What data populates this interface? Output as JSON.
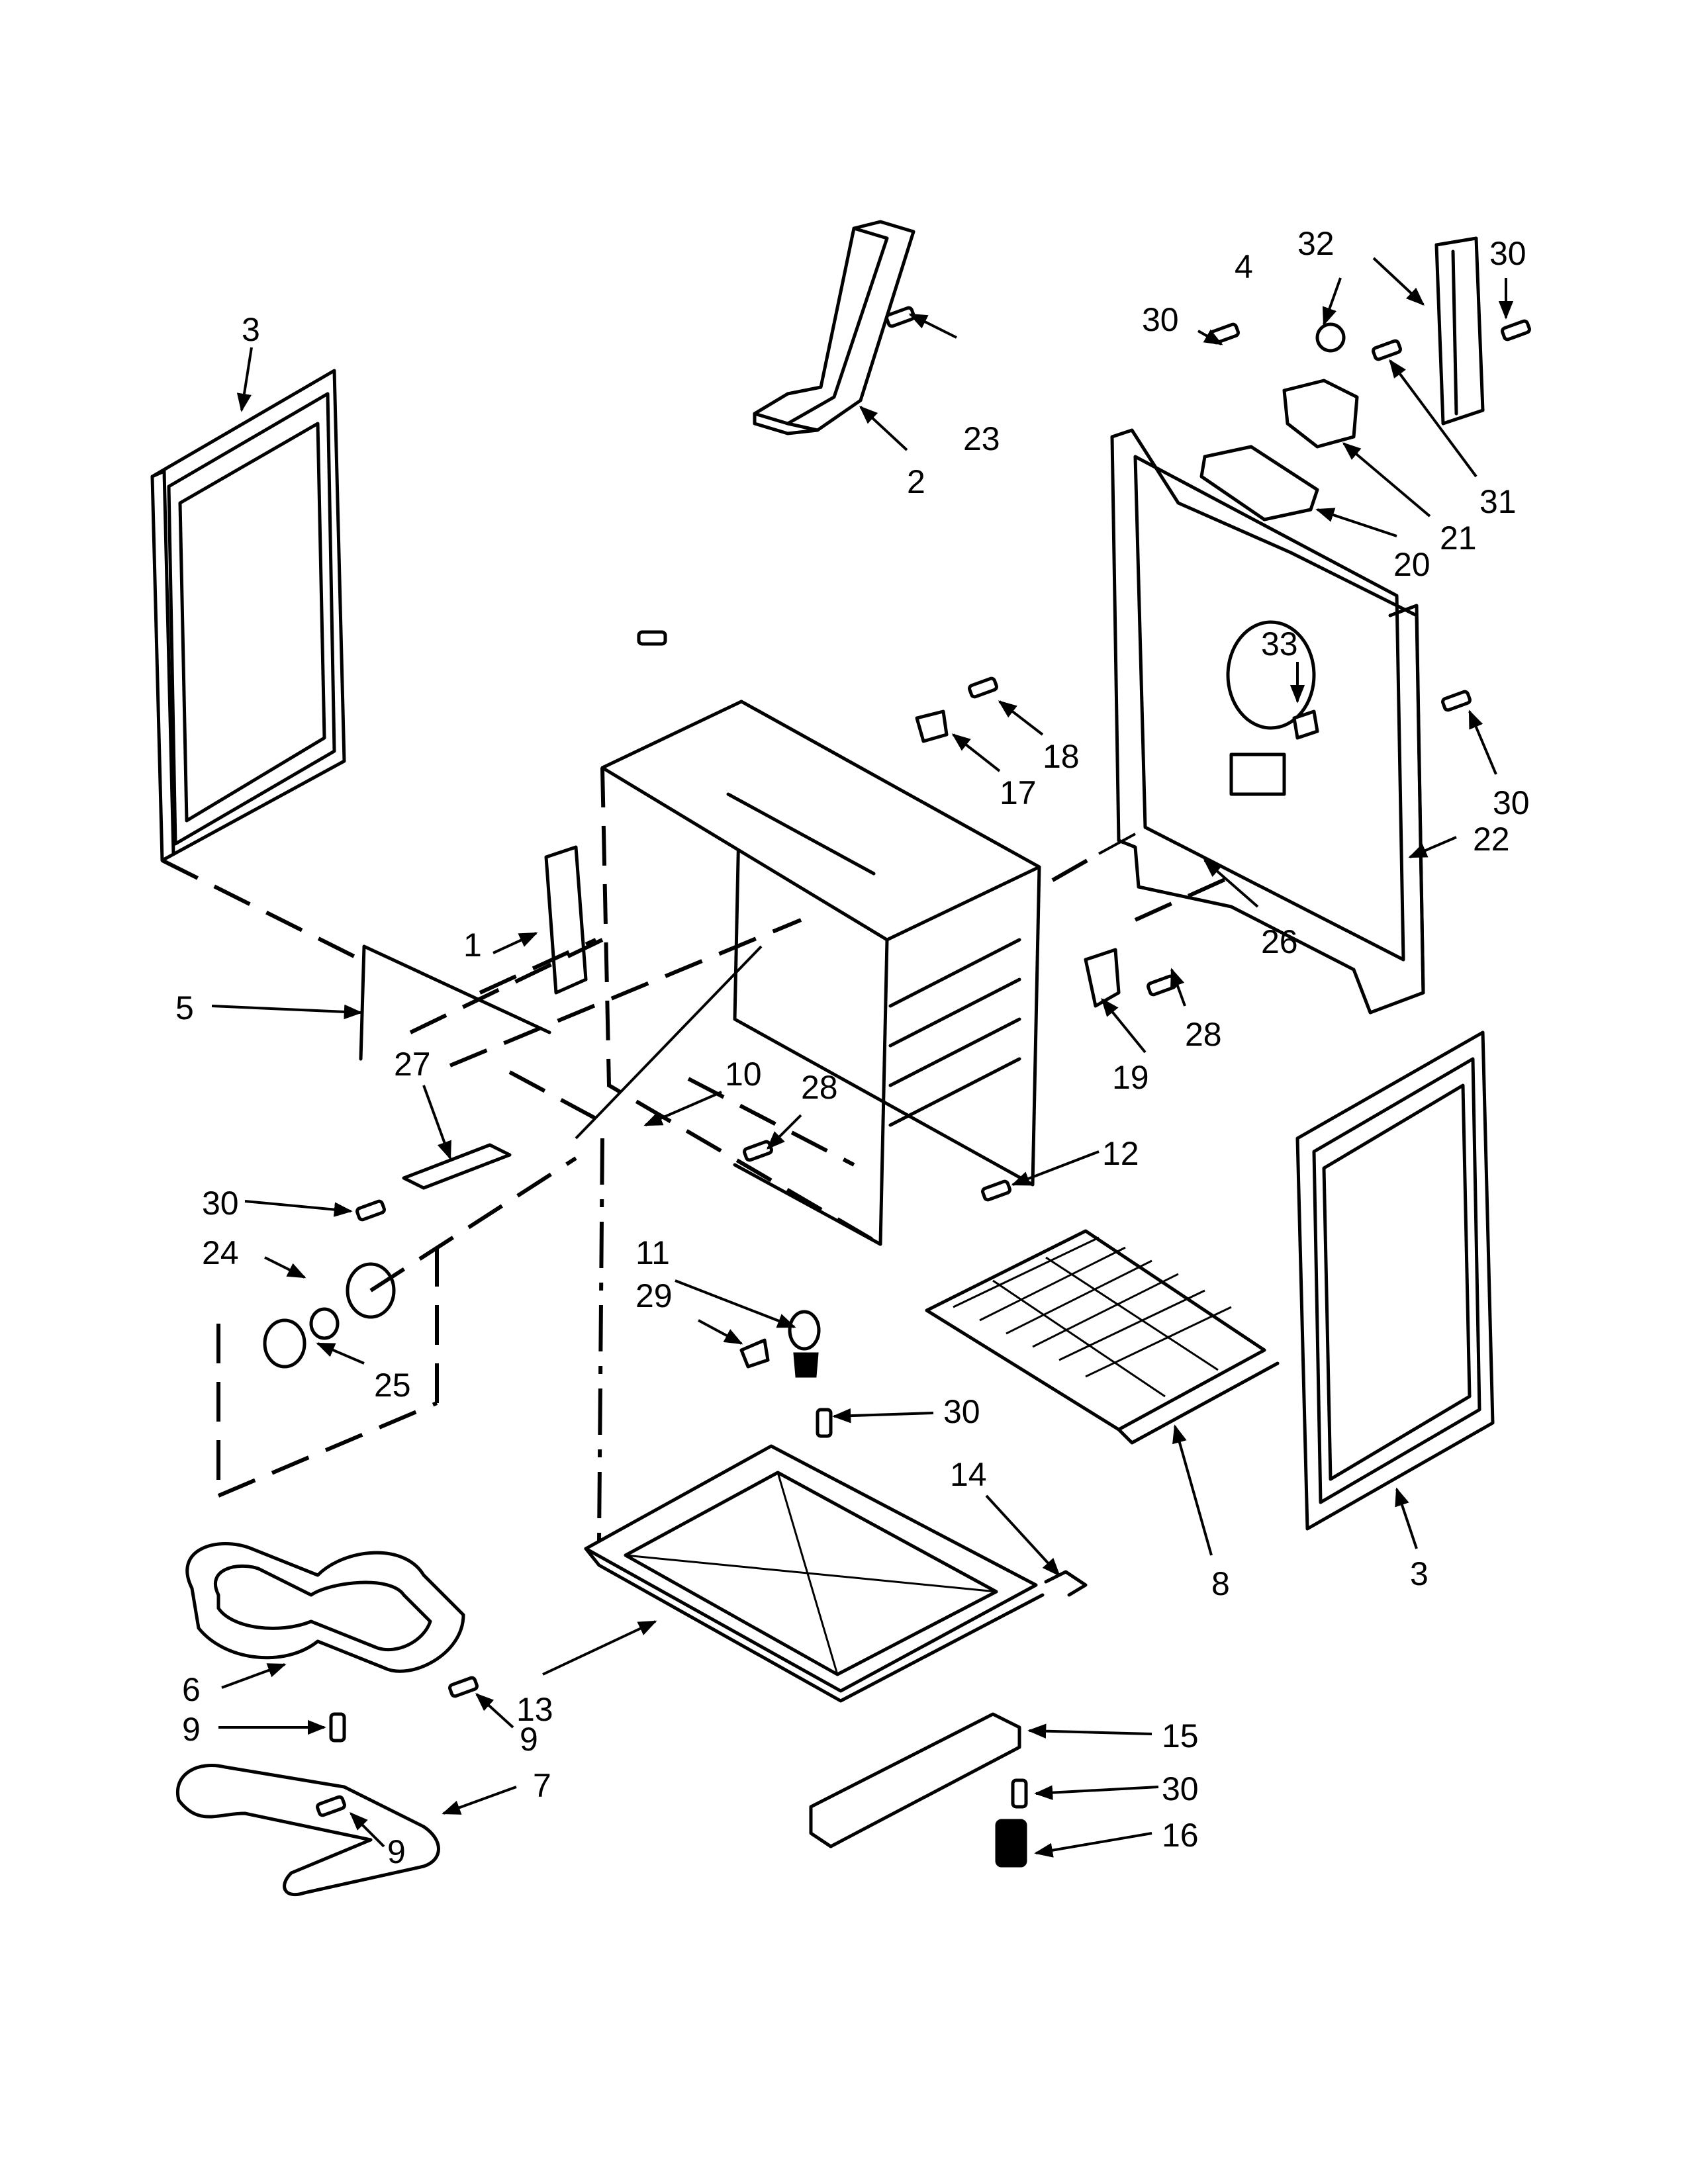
{
  "callouts": [
    {
      "id": "c1",
      "text": "1"
    },
    {
      "id": "c2",
      "text": "2"
    },
    {
      "id": "c3a",
      "text": "3"
    },
    {
      "id": "c3b",
      "text": "3"
    },
    {
      "id": "c4",
      "text": "4"
    },
    {
      "id": "c5",
      "text": "5"
    },
    {
      "id": "c6",
      "text": "6"
    },
    {
      "id": "c7",
      "text": "7"
    },
    {
      "id": "c8",
      "text": "8"
    },
    {
      "id": "c9a",
      "text": "9"
    },
    {
      "id": "c9b",
      "text": "9"
    },
    {
      "id": "c9c",
      "text": "9"
    },
    {
      "id": "c10",
      "text": "10"
    },
    {
      "id": "c11",
      "text": "11"
    },
    {
      "id": "c12",
      "text": "12"
    },
    {
      "id": "c13",
      "text": "13"
    },
    {
      "id": "c14",
      "text": "14"
    },
    {
      "id": "c15",
      "text": "15"
    },
    {
      "id": "c16",
      "text": "16"
    },
    {
      "id": "c17",
      "text": "17"
    },
    {
      "id": "c18",
      "text": "18"
    },
    {
      "id": "c19",
      "text": "19"
    },
    {
      "id": "c20",
      "text": "20"
    },
    {
      "id": "c21",
      "text": "21"
    },
    {
      "id": "c22",
      "text": "22"
    },
    {
      "id": "c23",
      "text": "23"
    },
    {
      "id": "c24",
      "text": "24"
    },
    {
      "id": "c25",
      "text": "25"
    },
    {
      "id": "c26",
      "text": "26"
    },
    {
      "id": "c27",
      "text": "27"
    },
    {
      "id": "c28a",
      "text": "28"
    },
    {
      "id": "c28b",
      "text": "28"
    },
    {
      "id": "c29",
      "text": "29"
    },
    {
      "id": "c30a",
      "text": "30"
    },
    {
      "id": "c30b",
      "text": "30"
    },
    {
      "id": "c30c",
      "text": "30"
    },
    {
      "id": "c30d",
      "text": "30"
    },
    {
      "id": "c30e",
      "text": "30"
    },
    {
      "id": "c30f",
      "text": "30"
    },
    {
      "id": "c31",
      "text": "31"
    },
    {
      "id": "c32",
      "text": "32"
    },
    {
      "id": "c33",
      "text": "33"
    }
  ]
}
